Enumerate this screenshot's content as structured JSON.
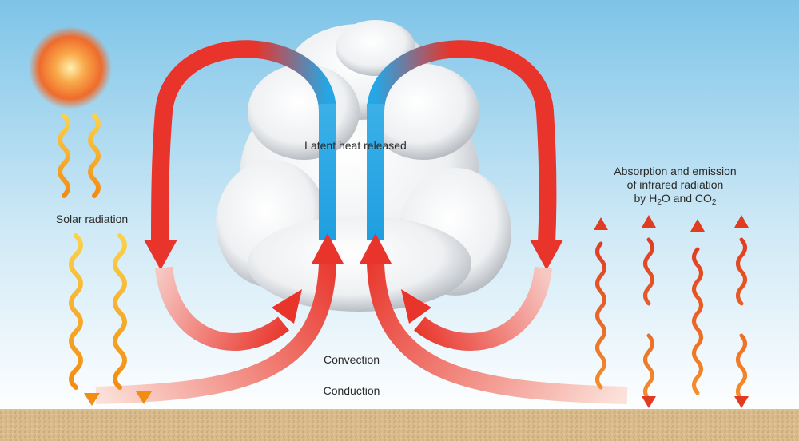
{
  "labels": {
    "solar": "Solar radiation",
    "latent": "Latent heat released",
    "absorption_line1": "Absorption and emission",
    "absorption_line2": "of infrared radiation",
    "absorption_line3_prefix": "by H",
    "absorption_sub1": "2",
    "absorption_mid": "O and CO",
    "absorption_sub2": "2",
    "convection": "Convection",
    "conduction": "Conduction"
  },
  "colors": {
    "sky_top": "#7ec4e8",
    "sky_bottom": "#ffffff",
    "ground": "#d9bb8c",
    "warm_red": "#e8342a",
    "cool_blue": "#25a7e6",
    "solar_orange": "#f7a21b",
    "sun_core": "#f26b2a"
  }
}
